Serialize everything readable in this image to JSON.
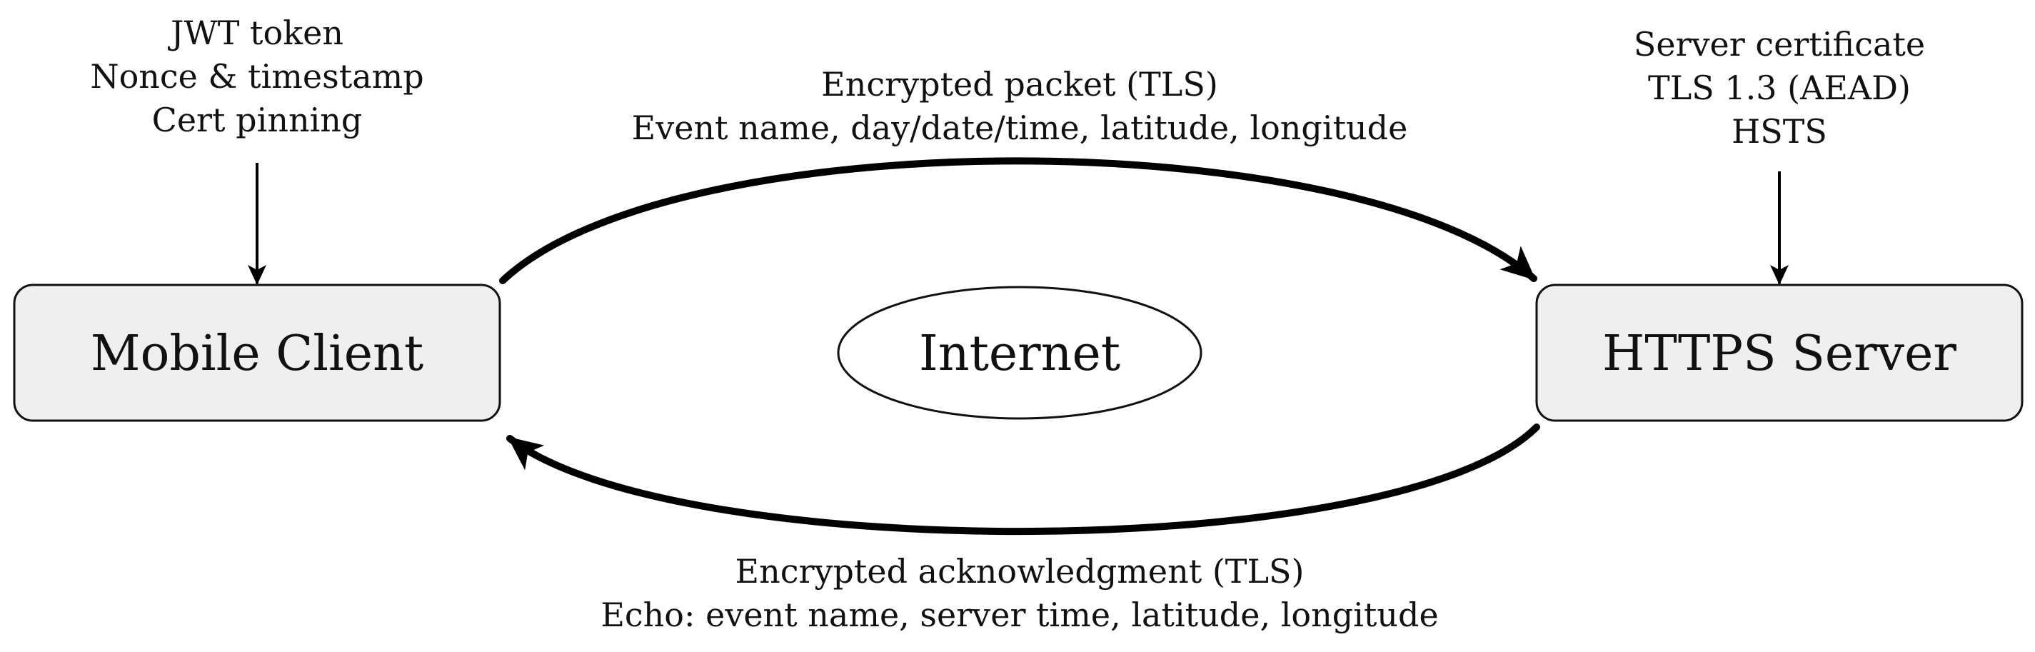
{
  "nodes": {
    "client": {
      "label": "Mobile Client"
    },
    "internet": {
      "label": "Internet"
    },
    "server": {
      "label": "HTTPS Server"
    }
  },
  "client_security": {
    "lines": [
      "JWT token",
      "Nonce & timestamp",
      "Cert pinning"
    ]
  },
  "server_security": {
    "lines": [
      "Server certificate",
      "TLS 1.3 (AEAD)",
      "HSTS"
    ]
  },
  "request": {
    "title": "Encrypted packet (TLS)",
    "fields": "Event name, day/date/time, latitude, longitude"
  },
  "response": {
    "title": "Encrypted acknowledgment (TLS)",
    "fields": "Echo: event name, server time, latitude, longitude"
  },
  "colors": {
    "box_fill": "#efefef",
    "stroke": "#111111",
    "background": "#ffffff"
  }
}
